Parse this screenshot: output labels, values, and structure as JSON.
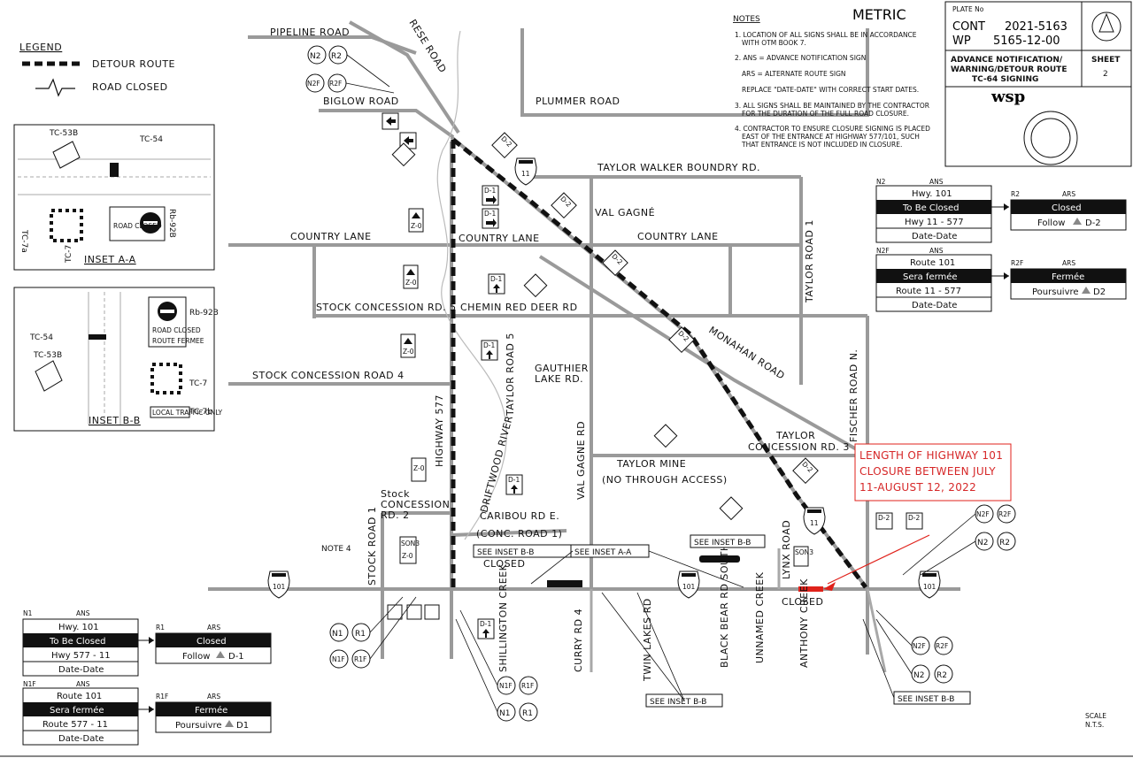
{
  "title_block": {
    "metric": "METRIC",
    "plate_no": "PLATE  No",
    "cont_label": "CONT",
    "cont_value": "2021-5163",
    "wp_label": "WP",
    "wp_value": "5165-12-00",
    "description_1": "ADVANCE NOTIFICATION/",
    "description_2": "WARNING/DETOUR ROUTE",
    "description_3": "TC-64 SIGNING",
    "sheet_label": "SHEET",
    "sheet_value": "2",
    "logo": "wsp"
  },
  "notes": {
    "heading": "NOTES",
    "items": [
      "1. LOCATION OF ALL SIGNS SHALL BE IN ACCORDANCE",
      "WITH OTM BOOK 7.",
      "2. ANS = ADVANCE NOTIFICATION SIGN",
      "ARS = ALTERNATE ROUTE SIGN",
      "REPLACE \"DATE-DATE\" WITH CORRECT START DATES.",
      "3. ALL SIGNS SHALL BE MAINTAINED BY THE CONTRACTOR",
      "FOR THE DURATION OF THE FULL ROAD CLOSURE.",
      "4. CONTRACTOR TO ENSURE CLOSURE SIGNING IS PLACED",
      "EAST OF THE ENTRANCE AT HIGHWAY 577/101, SUCH",
      "THAT ENTRANCE IS NOT INCLUDED IN CLOSURE."
    ]
  },
  "legend": {
    "heading": "LEGEND",
    "detour": "DETOUR ROUTE",
    "closed": "ROAD CLOSED"
  },
  "insets": {
    "a_title": "INSET A-A",
    "b_title": "INSET B-B",
    "tc53b": "TC-53B",
    "tc54": "TC-54",
    "tc7": "TC-7",
    "tc7a": "TC-7a",
    "tc7b": "TC-7b",
    "rb92b": "Rb-92B",
    "rb92b_b": "Rb-92B",
    "road_closed": "ROAD CLOSED",
    "route_fermee": "ROUTE FERMEE",
    "local_traffic": "LOCAL TRAFFIC ONLY"
  },
  "roads": {
    "pipeline": "PIPELINE ROAD",
    "rese": "RESE ROAD",
    "biglow": "BIGLOW ROAD",
    "plummer": "PLUMMER ROAD",
    "taylor_walker": "TAYLOR WALKER BOUNDRY RD.",
    "val_gagne": "VAL GAGNÉ",
    "country_lane_w": "COUNTRY LANE",
    "country_lane_c": "COUNTRY LANE",
    "country_lane_e": "COUNTRY LANE",
    "taylor_road_1": "TAYLOR ROAD 1",
    "stock_conc_5": "STOCK CONCESSION RD. 5",
    "chemin_red_deer": "CHEMIN RED DEER RD",
    "monahan": "MONAHAN ROAD",
    "taylor_road_5": "TAYLOR ROAD 5",
    "gauthier_1": "GAUTHIER",
    "gauthier_2": "LAKE RD.",
    "stock_conc_4": "STOCK CONCESSION ROAD 4",
    "highway_577": "HIGHWAY 577",
    "driftwood_river": "DRIFTWOOD RIVER",
    "fischer": "FISCHER ROAD N.",
    "taylor_conc_3_a": "TAYLOR",
    "taylor_conc_3_b": "CONCESSION RD. 3",
    "taylor_mine": "TAYLOR MINE",
    "no_through": "(NO THROUGH ACCESS)",
    "val_gagne_rd": "VAL GAGNE RD",
    "stock_conc_2_a": "Stock",
    "stock_conc_2_b": "CONCESSION",
    "stock_conc_2_c": "RD. 2",
    "caribou": "CARIBOU RD E.",
    "conc_road_1": "(CONC. ROAD 1)",
    "stock_road_1": "STOCK ROAD 1",
    "note4": "NOTE 4",
    "shillington": "SHILLINGTON CREEK",
    "curry": "CURRY RD 4",
    "twin_lakes": "TWIN LAKES RD",
    "black_bear": "BLACK BEAR RD SOUTH",
    "unnamed": "UNNAMED CREEK",
    "anthony": "ANTHONY CREEK",
    "lynx": "LYNX ROAD",
    "closed_1": "CLOSED",
    "closed_2": "CLOSED",
    "see_inset_bb_1": "SEE INSET B-B",
    "see_inset_aa": "SEE INSET A-A",
    "see_inset_bb_2": "SEE INSET B-B",
    "see_inset_bb_3": "SEE INSET B-B",
    "see_inset_bb_4": "SEE INSET B-B",
    "shield_101": "101",
    "shield_11": "11"
  },
  "closure_note": [
    "LENGTH OF HIGHWAY 101",
    "CLOSURE BETWEEN JULY",
    "11-AUGUST 12, 2022"
  ],
  "sign_tables": {
    "n2": {
      "code": "N2",
      "type": "ANS",
      "rows": [
        "Hwy. 101",
        "To Be Closed",
        "Hwy 11 - 577",
        "Date-Date"
      ]
    },
    "r2": {
      "code": "R2",
      "type": "ARS",
      "rows": [
        "Closed",
        "Follow",
        "D-2"
      ]
    },
    "n2f": {
      "code": "N2F",
      "type": "ANS",
      "rows": [
        "Route 101",
        "Sera fermée",
        "Route 11 - 577",
        "Date-Date"
      ]
    },
    "r2f": {
      "code": "R2F",
      "type": "ARS",
      "rows": [
        "Fermée",
        "Poursuivre",
        "D2"
      ]
    },
    "n1": {
      "code": "N1",
      "type": "ANS",
      "rows": [
        "Hwy. 101",
        "To Be Closed",
        "Hwy 577 - 11",
        "Date-Date"
      ]
    },
    "r1": {
      "code": "R1",
      "type": "ARS",
      "rows": [
        "Closed",
        "Follow",
        "D-1"
      ]
    },
    "n1f": {
      "code": "N1F",
      "type": "ANS",
      "rows": [
        "Route 101",
        "Sera fermée",
        "Route 577 - 11",
        "Date-Date"
      ]
    },
    "r1f": {
      "code": "R1F",
      "type": "ARS",
      "rows": [
        "Fermée",
        "Poursuivre",
        "D1"
      ]
    }
  },
  "circles": {
    "n2": "N2",
    "r2": "R2",
    "n2f": "N2F",
    "r2f": "R2F",
    "n1": "N1",
    "r1": "R1",
    "n1f": "N1F",
    "r1f": "R1F"
  },
  "sign_codes": {
    "d1": "D-1",
    "d2": "D-2",
    "z0": "Z-0",
    "son3": "SON3"
  },
  "scale": [
    "SCALE",
    "N.T.S."
  ]
}
